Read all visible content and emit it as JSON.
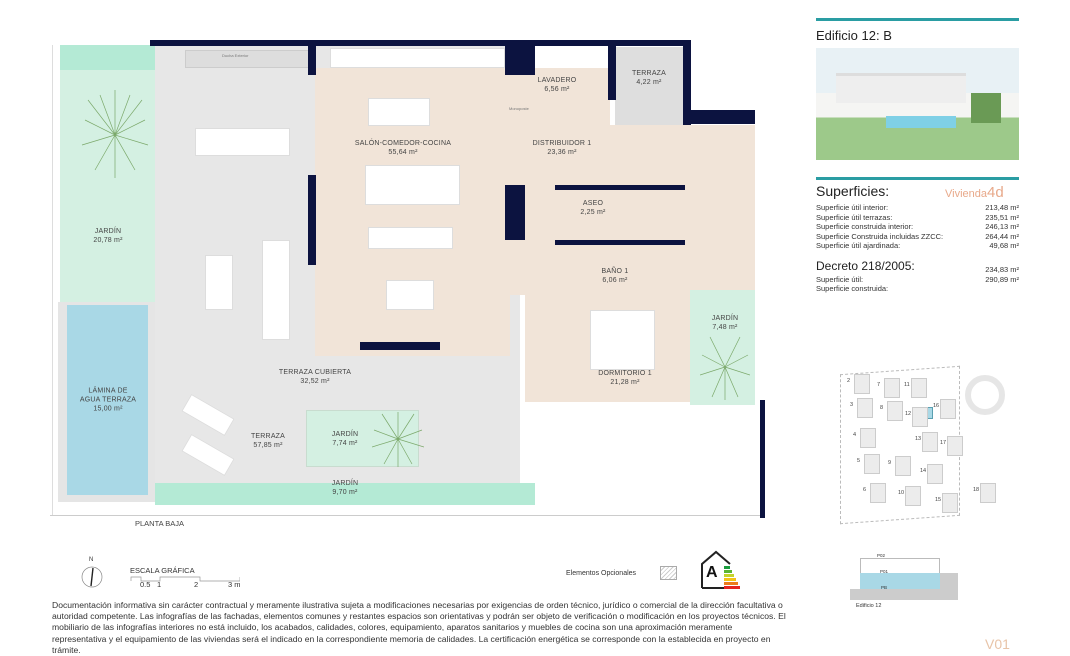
{
  "plan": {
    "floor_name": "PLANTA BAJA",
    "rooms": {
      "jardin_left": {
        "name": "JARDÍN",
        "area": "20,78 m²"
      },
      "lamina": {
        "name1": "LÁMINA DE",
        "name2": "AGUA TERRAZA",
        "area": "15,00 m²"
      },
      "salon": {
        "name": "SALÓN-COMEDOR-COCINA",
        "area": "55,64 m²"
      },
      "lavadero": {
        "name": "LAVADERO",
        "area": "6,56 m²"
      },
      "terraza_small": {
        "name": "TERRAZA",
        "area": "4,22 m²"
      },
      "distribuidor": {
        "name": "DISTRIBUIDOR 1",
        "area": "23,36 m²"
      },
      "aseo": {
        "name": "ASEO",
        "area": "2,25 m²"
      },
      "bano": {
        "name": "BAÑO 1",
        "area": "6,06 m²"
      },
      "dormitorio": {
        "name": "DORMITORIO 1",
        "area": "21,28 m²"
      },
      "jardin_right": {
        "name": "JARDÍN",
        "area": "7,48 m²"
      },
      "terraza_cubierta": {
        "name": "TERRAZA CUBIERTA",
        "area": "32,52 m²"
      },
      "terraza": {
        "name": "TERRAZA",
        "area": "57,85 m²"
      },
      "jardin_mid": {
        "name": "JARDÍN",
        "area": "7,74 m²"
      },
      "jardin_bottom": {
        "name": "JARDÍN",
        "area": "9,70 m²"
      }
    },
    "ducha": "Ducha Exterior",
    "small_label": "Monoposte"
  },
  "legend": {
    "north": "N",
    "scale_title": "ESCALA GRÁFICA",
    "scale_ticks": [
      "0.5",
      "1",
      "2",
      "3 m"
    ],
    "optional": "Elementos Opcionales",
    "energy_class": "A"
  },
  "disclaimer": "Documentación informativa sin carácter contractual y meramente ilustrativa sujeta a modificaciones necesarias por exigencias de orden técnico, jurídico o comercial de la dirección facultativa o autoridad competente. Las infografías de las fachadas, elementos comunes y restantes espacios son orientativas y podrán ser objeto de verificación o modificación en los proyectos técnicos. El mobiliario de las infografías interiores no está incluido, los acabados, calidades, colores, equipamiento, aparatos sanitarios y muebles de cocina son una aproximación meramente representativa y el equipamiento de las viviendas será el indicado en la correspondiente memoria de calidades. La certificación energética se corresponde con la establecida en proyecto en trámite.",
  "side": {
    "title": "Edificio 12: B",
    "superficies_title": "Superficies:",
    "vivienda": "Vivienda",
    "vivienda_type": "4d",
    "rows": [
      {
        "label": "Superficie útil interior:",
        "value": "213,48 m²"
      },
      {
        "label": "Superficie útil terrazas:",
        "value": "235,51 m²"
      },
      {
        "label": "Superficie construida interior:",
        "value": "246,13 m²"
      },
      {
        "label": "Superficie Construida incluidas ZZCC:",
        "value": "264,44 m²"
      },
      {
        "label": "Superficie útil ajardinada:",
        "value": "49,68 m²"
      }
    ],
    "decreto_title": "Decreto 218/2005:",
    "decreto_rows": [
      {
        "label": "Superficie útil:",
        "value": "234,83 m²"
      },
      {
        "label": "Superficie construida:",
        "value": "290,89 m²"
      }
    ],
    "site_numbers": [
      "2",
      "7",
      "11",
      "3",
      "8",
      "12",
      "16",
      "4",
      "13",
      "17",
      "5",
      "9",
      "14",
      "6",
      "10",
      "15",
      "18"
    ],
    "section_levels": [
      "P02",
      "P01",
      "PB"
    ],
    "section_caption": "Edificio 12",
    "version": "V01"
  },
  "colors": {
    "navy": "#0c1340",
    "teal": "#2a9da3",
    "beige": "#f1e4d8",
    "garden": "#d4f0e2",
    "pool": "#a9d8e6",
    "accent": "#e8a98a"
  }
}
